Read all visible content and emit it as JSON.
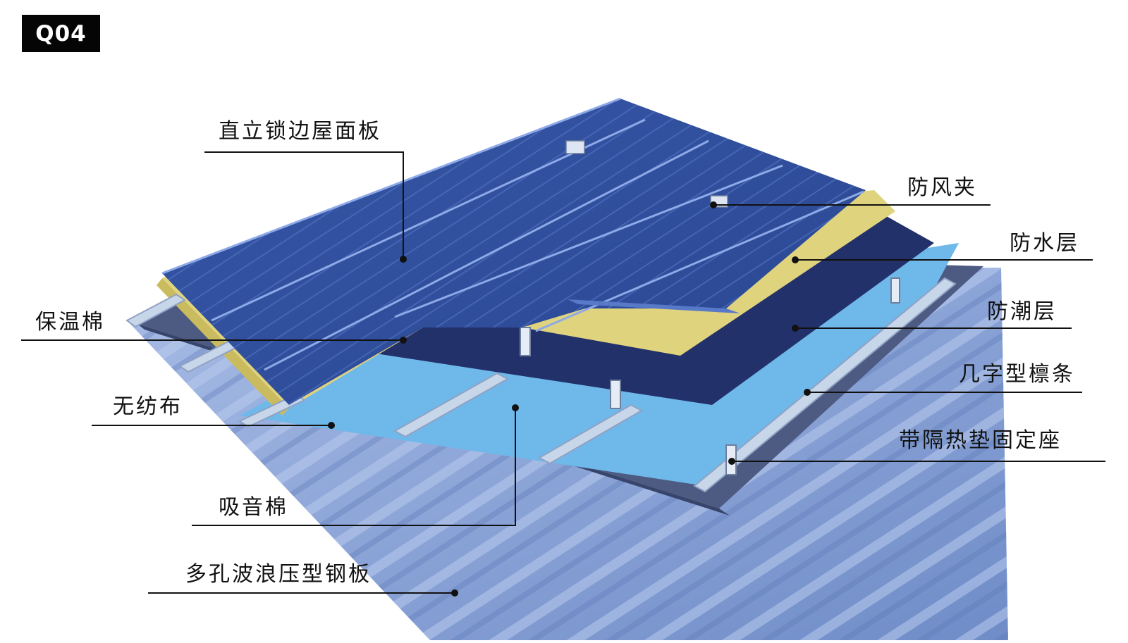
{
  "badge": "Q04",
  "labels": {
    "standing_seam_panel": "直立锁边屋面板",
    "wind_clip": "防风夹",
    "waterproof_layer": "防水层",
    "moisture_barrier": "防潮层",
    "z_purlin": "几字型檩条",
    "insulated_bracket": "带隔热垫固定座",
    "insulation_wool": "保温棉",
    "nonwoven_fabric": "无纺布",
    "sound_absorbing_wool": "吸音棉",
    "perforated_corrugated_steel": "多孔波浪压型钢板"
  },
  "colors": {
    "roof_panel": "#2f4f9e",
    "roof_panel_light": "#4a6cc0",
    "insulation": "#e0d37e",
    "waterproof": "#22316a",
    "moisture": "#6fb8ea",
    "nonwoven": "#4d5b82",
    "purlin": "#c8d6ea",
    "steel_deck": "#8ea8d9",
    "leader": "#111111"
  }
}
